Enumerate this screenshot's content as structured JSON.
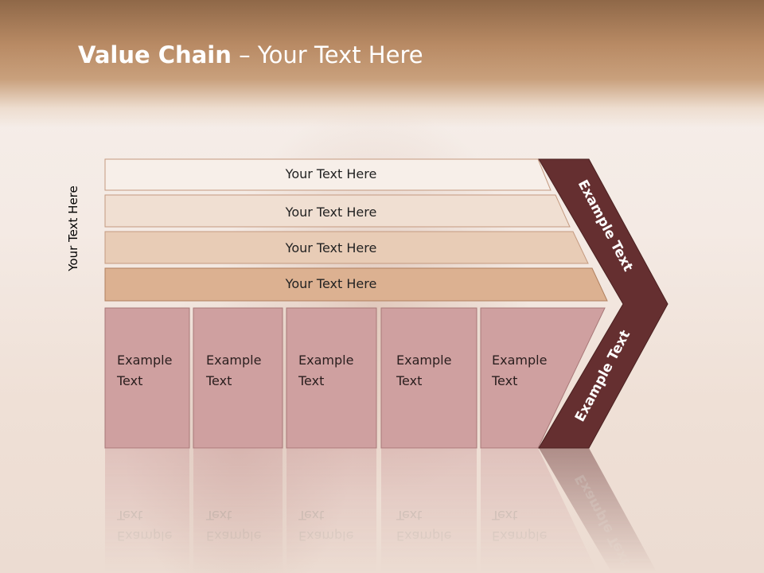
{
  "title": {
    "bold": "Value Chain",
    "rest": " – Your Text Here"
  },
  "side_label": "Your Text Here",
  "bars": [
    {
      "label": "Your Text Here",
      "color": "#f7efe9"
    },
    {
      "label": "Your Text Here",
      "color": "#f0dfd2"
    },
    {
      "label": "Your Text Here",
      "color": "#e8ccb6"
    },
    {
      "label": "Your Text Here",
      "color": "#dcb191"
    }
  ],
  "boxes": [
    {
      "line1": "Example",
      "line2": "Text"
    },
    {
      "line1": "Example",
      "line2": "Text"
    },
    {
      "line1": "Example",
      "line2": "Text"
    },
    {
      "line1": "Example",
      "line2": "Text"
    },
    {
      "line1": "Example",
      "line2": "Text"
    }
  ],
  "chevron": {
    "upper": "Example Text",
    "lower": "Example Text"
  },
  "colors": {
    "box_fill": "#cfa0a0",
    "chevron_fill": "#652f30",
    "header": "#b98c67"
  }
}
